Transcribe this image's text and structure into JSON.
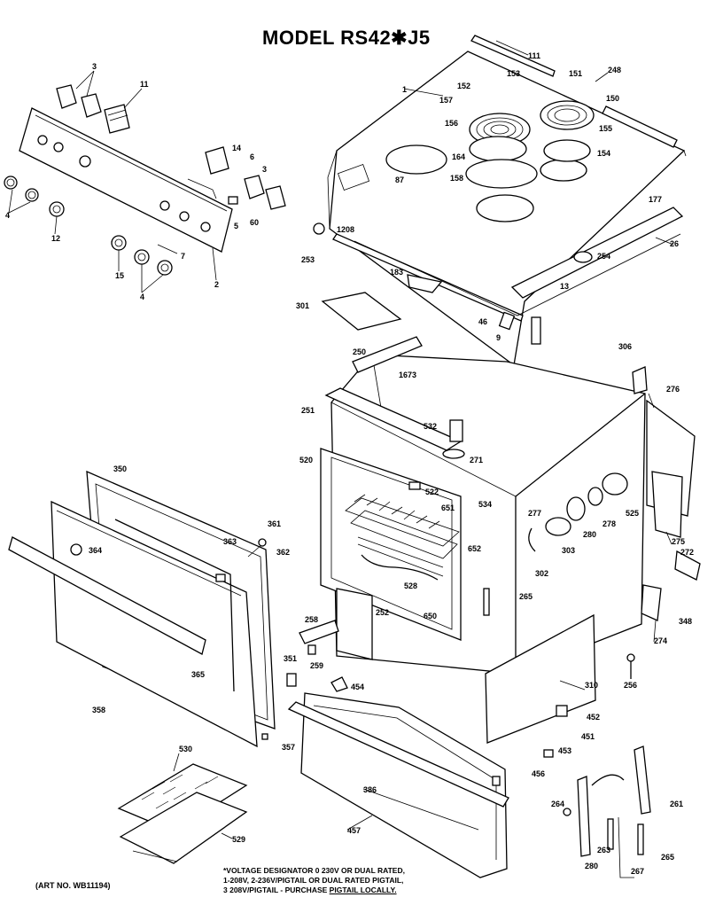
{
  "title": "MODEL RS42✱J5",
  "art_number": "(ART NO. WB11194)",
  "note": {
    "line1": "*VOLTAGE DESIGNATOR 0 230V OR DUAL RATED,",
    "line2": "1-208V, 2-236V/PIGTAIL OR DUAL RATED PIGTAIL,",
    "line3_prefix": "3 208V/PIGTAIL - PURCHASE ",
    "line3_underlined": "PIGTAIL LOCALLY."
  },
  "part_labels": [
    "3",
    "11",
    "2",
    "4",
    "12",
    "15",
    "4",
    "7",
    "14",
    "6",
    "3",
    "5",
    "60",
    "111",
    "151",
    "248",
    "152",
    "153",
    "157",
    "150",
    "156",
    "155",
    "164",
    "154",
    "158",
    "87",
    "177",
    "26",
    "1",
    "1208",
    "253",
    "183",
    "254",
    "13",
    "301",
    "46",
    "9",
    "250",
    "1673",
    "306",
    "276",
    "251",
    "532",
    "271",
    "520",
    "522",
    "651",
    "534",
    "277",
    "525",
    "278",
    "280",
    "303",
    "302",
    "275",
    "272",
    "652",
    "528",
    "650",
    "265",
    "252",
    "258",
    "259",
    "348",
    "274",
    "256",
    "310",
    "454",
    "452",
    "451",
    "453",
    "456",
    "350",
    "364",
    "363",
    "361",
    "362",
    "365",
    "358",
    "351",
    "357",
    "386",
    "457",
    "530",
    "529",
    "264",
    "261",
    "280",
    "263",
    "267",
    "265"
  ]
}
